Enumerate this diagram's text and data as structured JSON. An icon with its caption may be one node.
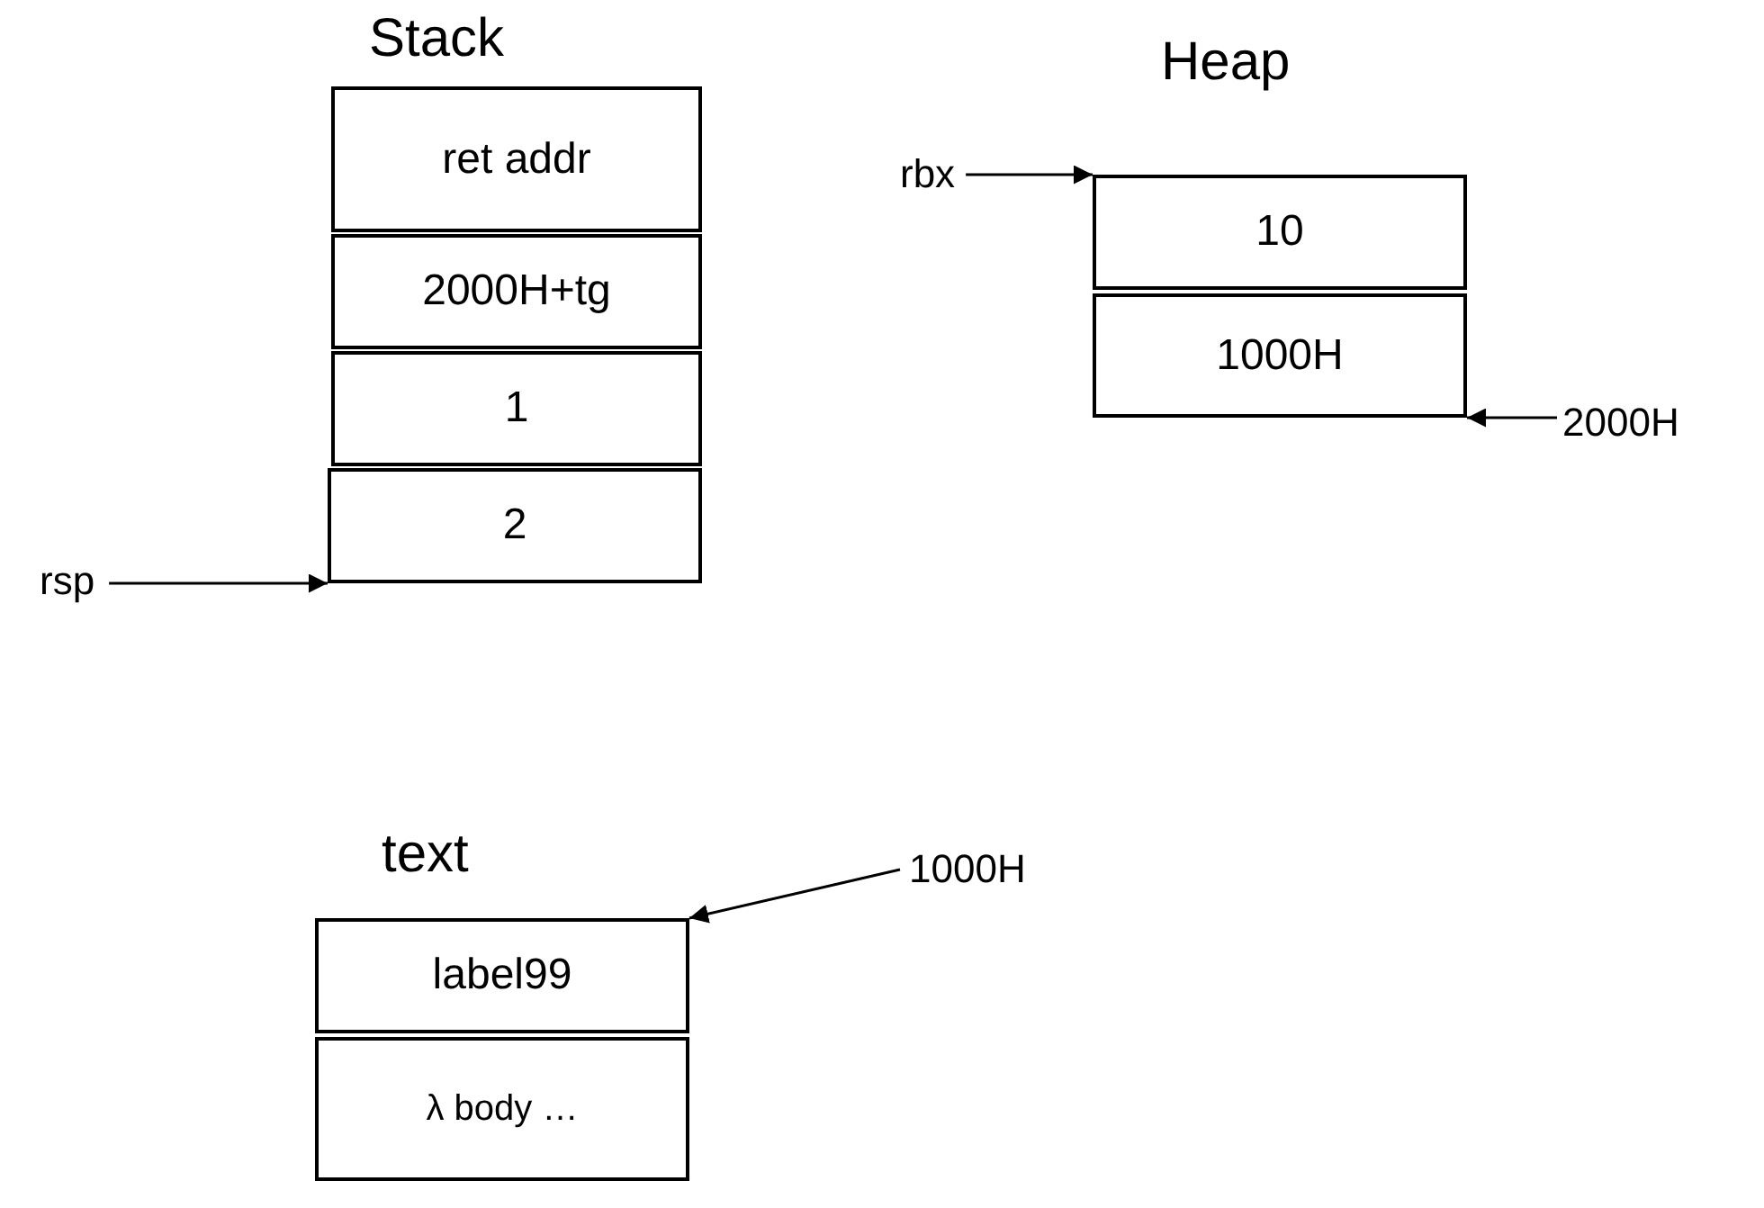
{
  "diagram": {
    "nodes": [
      {
        "text": [
          "ret addr"
        ]
      },
      {
        "text": [
          "2000H+tg"
        ]
      },
      {
        "text": [
          "1"
        ]
      },
      {
        "text": [
          "2"
        ]
      },
      {
        "text": [
          "rsp"
        ]
      },
      {
        "text": [
          "10"
        ]
      },
      {
        "text": [
          "1000H"
        ]
      },
      {
        "text": [
          "rbx"
        ]
      },
      {
        "text": [
          "2000H"
        ]
      },
      {
        "text": [
          "label99"
        ]
      },
      {
        "text": [
          "λ body …"
        ]
      },
      {
        "text": [
          "1000H"
        ]
      }
    ],
    "edges": [
      {
        "from": 4,
        "to": 3,
        "arrow": "to"
      },
      {
        "from": 7,
        "to": 5,
        "arrow": "to"
      },
      {
        "from": 8,
        "to": 6,
        "arrow": "to"
      },
      {
        "from": 11,
        "to": 9,
        "arrow": "to"
      }
    ],
    "labels": [
      "Stack",
      "Heap",
      "text"
    ]
  }
}
